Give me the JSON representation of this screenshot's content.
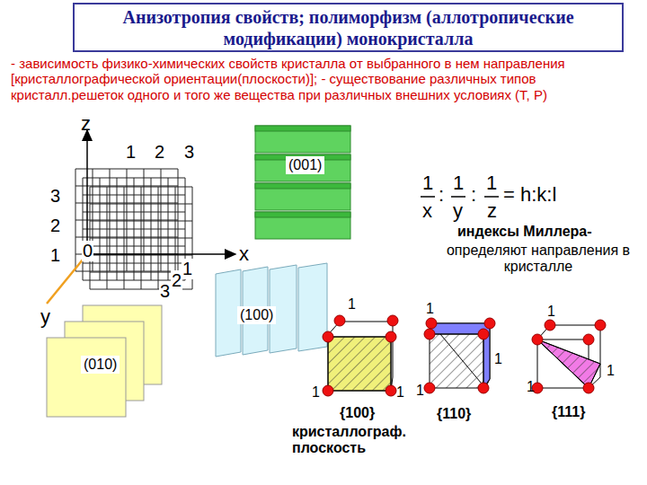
{
  "diagram": {
    "title": "Анизотропия свойств; полиморфизм (аллотропические модификации) монокристалла",
    "labels": [
      "- зависимость физико-химических свойств кристалла от выбранного в нем направления [кристаллографической ориентации(плоскости)]; - существование различных типов кристалл.решеток одного и того же вещества при различных внешних условиях (T, P)",
      "z",
      "1",
      "2",
      "3",
      "3",
      "2",
      "1",
      "0",
      "x",
      "1",
      "2",
      "3",
      "y",
      "(001)",
      "(100)",
      "(010)",
      "1",
      "x",
      ":",
      "1",
      "y",
      ":",
      "1",
      "z",
      "= h:k:l",
      "индексы Миллера-",
      "определяют направления в кристалле",
      "1",
      "1",
      "1",
      "{100}",
      "1",
      "1",
      "1",
      "{110}",
      "1",
      "1",
      "1",
      "{111}",
      "кристаллограф. плоскость"
    ]
  }
}
